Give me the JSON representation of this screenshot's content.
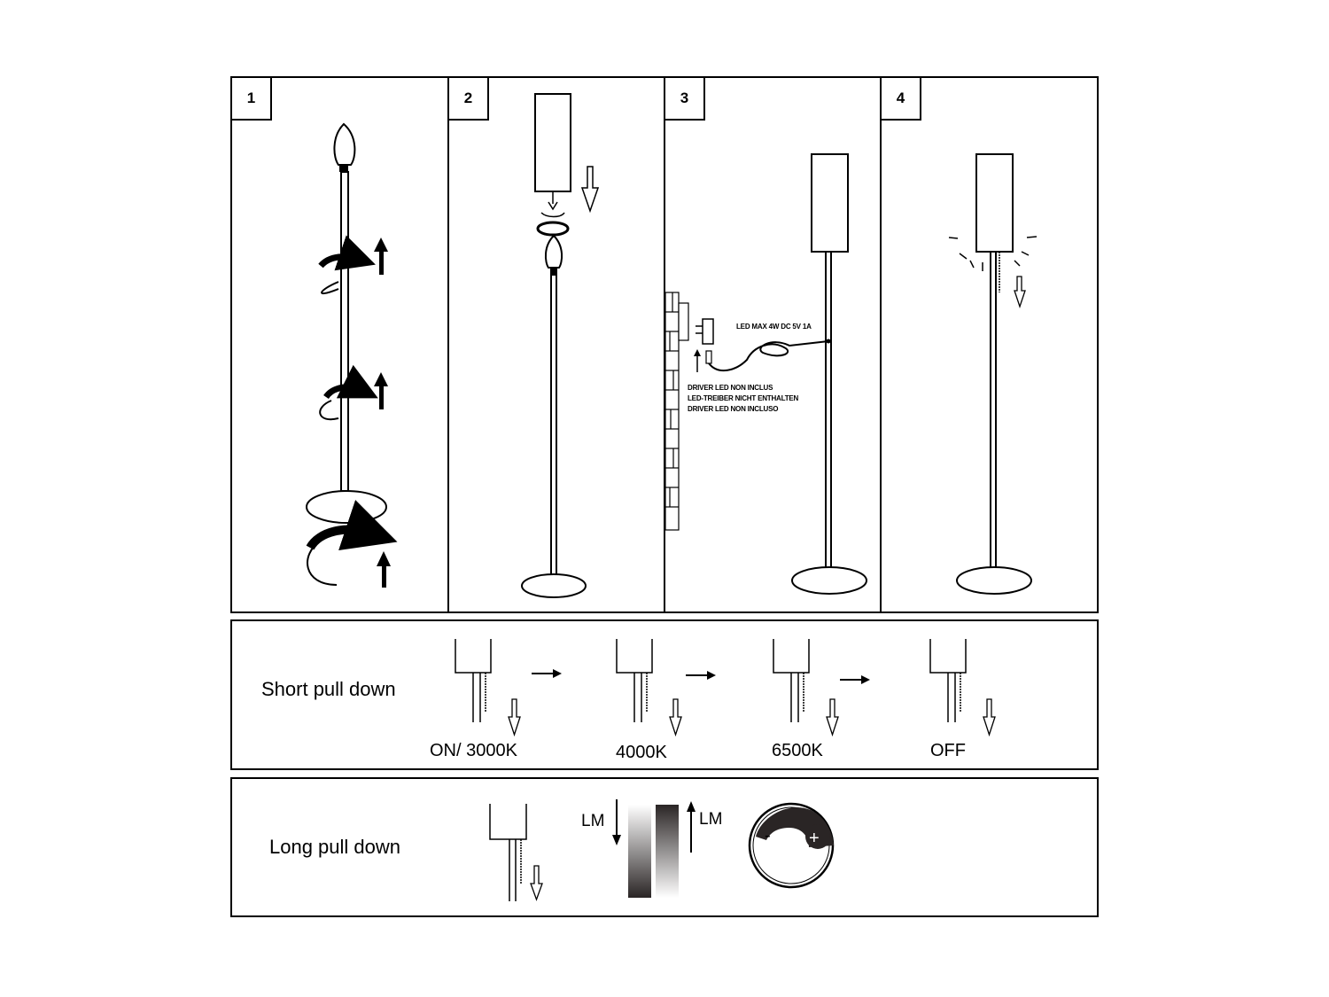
{
  "steps": [
    "1",
    "2",
    "3",
    "4"
  ],
  "step3": {
    "rating": "LED MAX 4W DC 5V 1A",
    "driver_notes": [
      "DRIVER LED NON INCLUS",
      "LED-TREIBER NICHT ENTHALTEN",
      "DRIVER LED NON INCLUSO"
    ]
  },
  "short_pull": {
    "title": "Short pull down",
    "states": [
      "ON/ 3000K",
      "4000K",
      "6500K",
      "OFF"
    ]
  },
  "long_pull": {
    "title": "Long pull down",
    "lm_down": "LM",
    "lm_up": "LM",
    "dial_minus": "-",
    "dial_plus": "+"
  }
}
